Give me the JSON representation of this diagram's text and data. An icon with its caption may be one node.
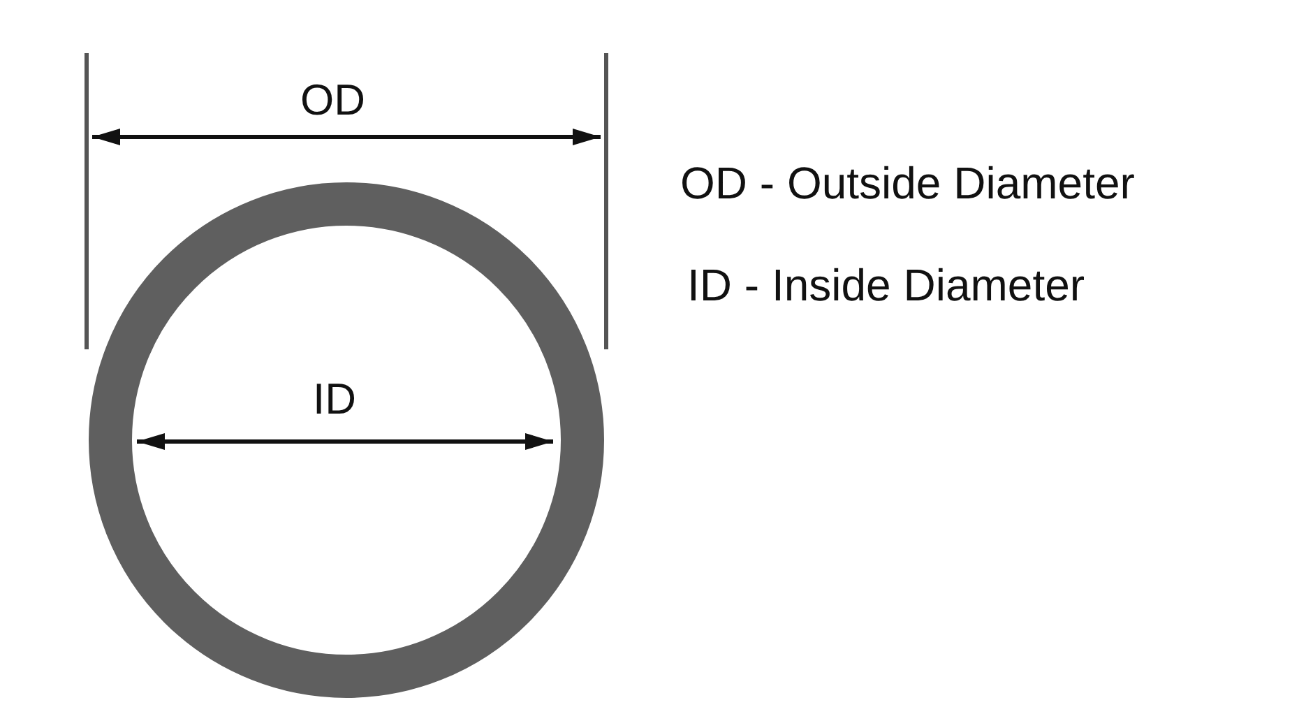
{
  "diagram": {
    "labels": [
      "OD",
      "OD - Outside Diameter",
      "ID - Inside Diameter",
      "ID"
    ]
  }
}
